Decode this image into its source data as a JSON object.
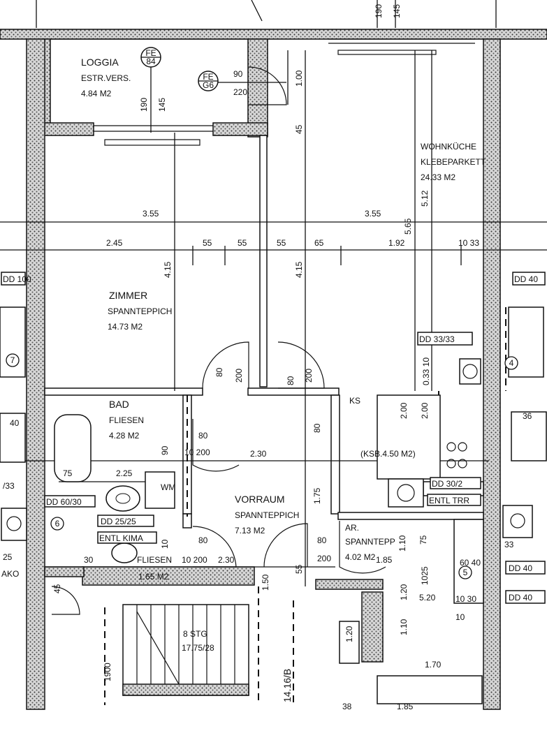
{
  "rooms": {
    "loggia": {
      "name": "LOGGIA",
      "finish": "ESTR.VERS.",
      "area": "4.84 M2"
    },
    "wohnkueche": {
      "name": "WOHNKÜCHE",
      "finish": "KLEBEPARKETT",
      "area": "24.33 M2"
    },
    "zimmer": {
      "name": "ZIMMER",
      "finish": "SPANNTEPPICH",
      "area": "14.73 M2"
    },
    "bad": {
      "name": "BAD",
      "finish": "FLIESEN",
      "area": "4.28 M2"
    },
    "vorraum": {
      "name": "VORRAUM",
      "finish": "SPANNTEPPICH",
      "area": "7.13 M2"
    },
    "abstellraum": {
      "name": "AR.",
      "finish": "SPANNTEPP",
      "area": "4.02 M2"
    },
    "wc": {
      "finish": "FLIESEN",
      "area": "1.65 M2"
    }
  },
  "fe_tags": [
    {
      "top": "FE",
      "bottom": "84"
    },
    {
      "top": "FE",
      "bottom": "G6"
    }
  ],
  "dimensions": {
    "d_355_left": "3.55",
    "d_355_right": "3.55",
    "d_245": "2.45",
    "d_55a": "55",
    "d_55b": "55",
    "d_55c": "55",
    "d_65": "65",
    "d_192": "1.92",
    "d_1033": "10 33",
    "d_415": "4.15",
    "d_415b": "4.15",
    "d_565": "5.65",
    "d_512": "5.12",
    "d_190_top": "190",
    "d_145_top": "145",
    "d_190": "190",
    "d_145": "145",
    "d_90": "90",
    "d_220": "220",
    "d_100": "1.00",
    "d_45": "45",
    "d_80_a": "80",
    "d_200_a": "200",
    "d_80_b": "80",
    "d_200_b": "200",
    "d_80_c": "80",
    "d_10200": "10 200",
    "d_230": "2.30",
    "d_80_d": "80",
    "d_175": "1.75",
    "d_90_bad": "90",
    "d_75": "75",
    "d_225": "2.25",
    "d_80_e": "80",
    "d_10200b": "10 200",
    "d_230b": "2.30",
    "d_80_f": "80",
    "d_200_f": "200",
    "d_185": "1.85",
    "d_200_ks": "2.00",
    "d_200_ks2": "2.00",
    "d_03310": "0.33 10",
    "d_110": "1.10",
    "d_75b": "75",
    "d_150": "1.50",
    "d_55d": "55",
    "d_120": "1.20",
    "d_1025": "1025",
    "d_520": "5.20",
    "d_10_30": "10 30",
    "d_10": "10",
    "d_110b": "1.10",
    "d_170": "1.70",
    "d_185b": "1.85",
    "d_38": "38",
    "d_10b": "10",
    "d_120b": "1.20",
    "d_60_40": "60 40",
    "d_45b": "45",
    "d_30": "30",
    "d_40_left": "40",
    "d_36": "36"
  },
  "labels": {
    "ks": "KS",
    "ksb": "(KSB.4.50 M2)",
    "wm": "WM",
    "stairs": "8 STG",
    "stairs_dim": "17.75/28",
    "stair_number": "14.16/B",
    "trim_1900": "1900"
  },
  "box_labels": {
    "dd_100": "DD 100",
    "dd_40_right": "DD 40",
    "dd_33_33": "DD 33/33",
    "dd_30_2": "DD 30/2",
    "entl_trr": "ENTL TRR",
    "dd_25_25": "DD 25/25",
    "entl_kima": "ENTL KIMA",
    "dd_60_30": "DD 60/30",
    "dd_33_left": "/33",
    "dd_25_left": "25",
    "ako": "AKO",
    "dd_33_right": "33",
    "dd_40b": "DD 40",
    "dd_40c": "DD 40"
  },
  "circle_markers": [
    "7",
    "4",
    "6",
    "5"
  ]
}
